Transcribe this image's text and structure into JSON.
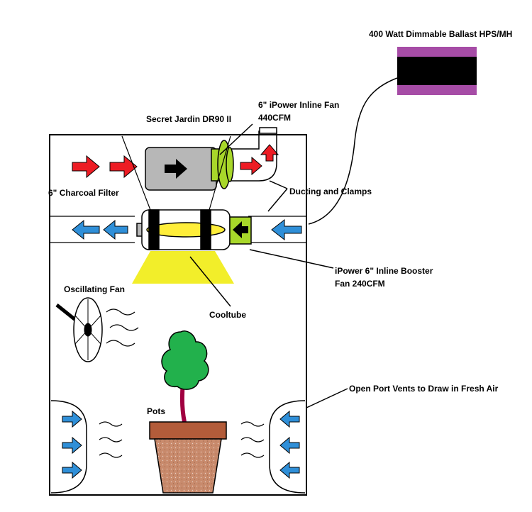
{
  "labels": {
    "ballast": "400 Watt Dimmable Ballast HPS/MH",
    "reflector": "Secret Jardin DR90 II",
    "inline_fan_line1": "6\" iPower Inline Fan",
    "inline_fan_line2": "440CFM",
    "charcoal_filter": "6\" Charcoal Filter",
    "ducting": "Ducting and Clamps",
    "booster_line1": "iPower 6\" Inline Booster",
    "booster_line2": "Fan 240CFM",
    "oscillating_fan": "Oscillating Fan",
    "cooltube": "Cooltube",
    "pots": "Pots",
    "vents": "Open Port Vents to Draw in Fresh Air"
  },
  "colors": {
    "ballast_body": "#000000",
    "ballast_stripe": "#a64ca6",
    "exhaust_arrow": "#ed1c24",
    "intake_arrow": "#2f8fd8",
    "fan_green": "#a8d72a",
    "filter_gray": "#b7b7b7",
    "bulb_yellow": "#ffee3a",
    "light_yellow": "#f2ee2a",
    "foliage": "#22b14c",
    "stem": "#a00040",
    "pot_rim": "#b35c3a",
    "pot_body": "#c88a6c"
  },
  "icons": [
    "right-arrow-icon",
    "left-arrow-icon",
    "fan-icon",
    "plant-icon",
    "pot-icon",
    "airflow-lines-icon"
  ]
}
